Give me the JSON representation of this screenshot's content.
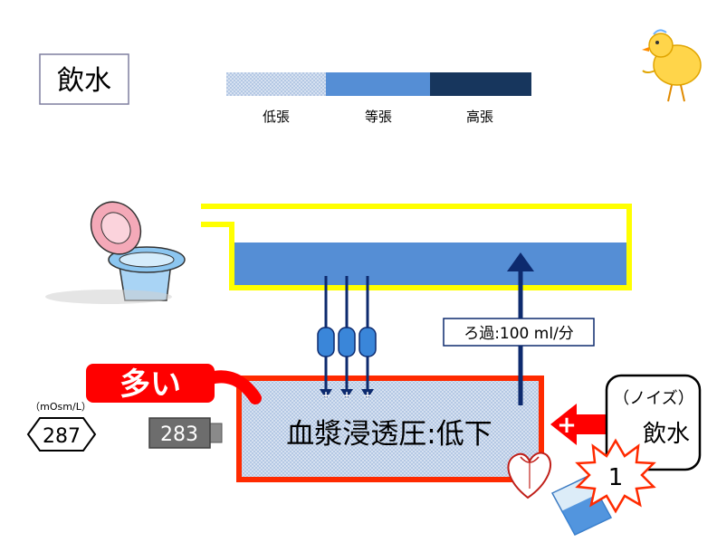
{
  "title": "飲水",
  "legend": [
    {
      "label": "低張",
      "color": "#a9c4e8"
    },
    {
      "label": "等張",
      "color": "#558ed5"
    },
    {
      "label": "高張",
      "color": "#17365d"
    }
  ],
  "filtration_label": "ろ過:100 ml/分",
  "plasma_label": "血漿浸透圧:低下",
  "badge_text": "多い",
  "plus_sign": "+",
  "channel_plus": [
    "+",
    "+",
    "+"
  ],
  "unit_label": "（mOsm/L）",
  "plasma_osmolality": "287",
  "sensor_value": "283",
  "noise_box": {
    "line1": "（ノイズ）",
    "line2": "飲水"
  },
  "burst_value": "1",
  "colors": {
    "tubule_wall": "#ffff00",
    "filtrate": "#558ed5",
    "plasma_fill": "#c5d5ea",
    "plasma_border": "#ff2a00",
    "arrow": "#0d2a6e",
    "badge": "#ff0000",
    "channel": "#3a86d9"
  }
}
